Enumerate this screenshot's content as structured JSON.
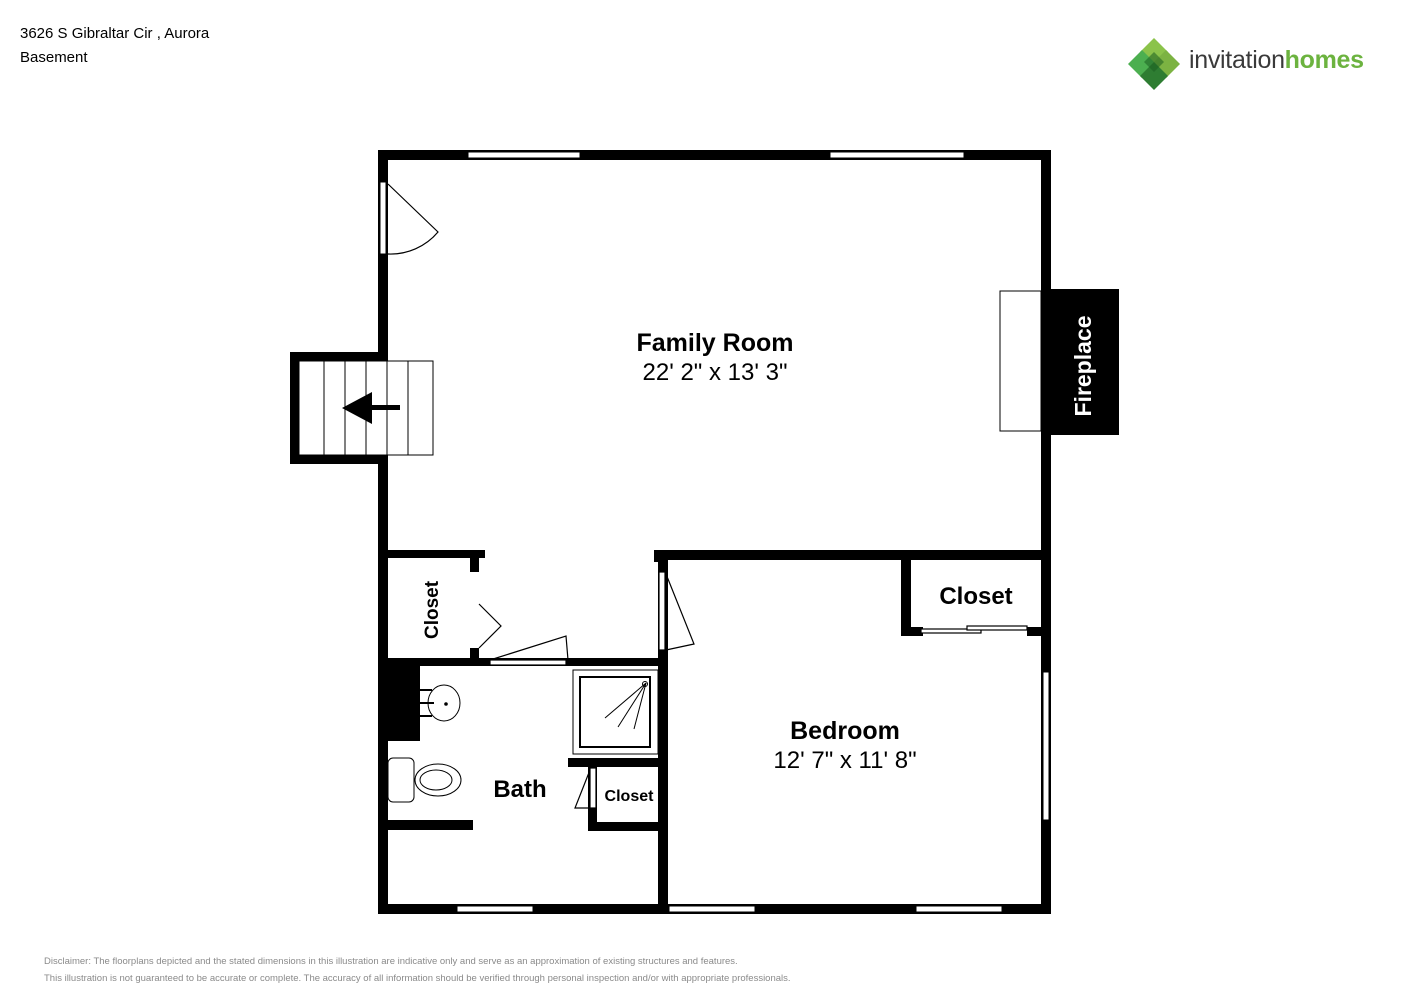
{
  "header": {
    "address": "3626 S Gibraltar Cir , Aurora",
    "floor": "Basement"
  },
  "logo": {
    "word1": "invitation",
    "word2": "homes",
    "colors": {
      "dark_green": "#2e7d32",
      "mid_green": "#4caf50",
      "light_green": "#8bc34a",
      "text_gray": "#3a3a3a",
      "text_green": "#6cb33f"
    }
  },
  "rooms": {
    "family_room": {
      "name": "Family Room",
      "dims": "22' 2\" x 13' 3\""
    },
    "bedroom": {
      "name": "Bedroom",
      "dims": "12' 7\" x 11' 8\""
    },
    "bath": {
      "name": "Bath"
    },
    "closet_left": {
      "name": "Closet"
    },
    "closet_bedroom": {
      "name": "Closet"
    },
    "closet_bath": {
      "name": "Closet"
    },
    "fireplace": {
      "name": "Fireplace"
    }
  },
  "disclaimer": {
    "line1": "Disclaimer: The floorplans depicted and the stated dimensions in this illustration are indicative only and serve as an approximation of existing structures and features.",
    "line2": "This illustration is not guaranteed to be accurate or complete. The accuracy of all information should be verified through personal inspection and/or with appropriate professionals."
  }
}
